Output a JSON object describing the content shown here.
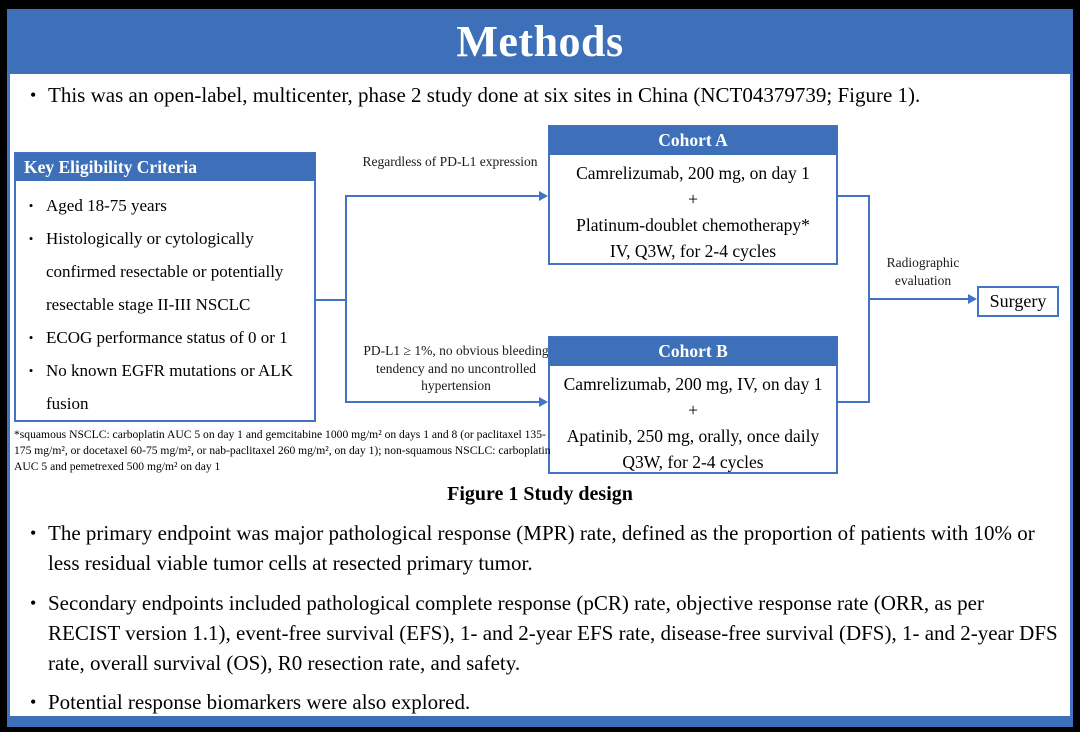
{
  "title": "Methods",
  "intro_bullet": "This was an open-label, multicenter, phase 2 study done at six sites in China (NCT04379739; Figure 1).",
  "figure": {
    "eligibility": {
      "header": "Key Eligibility Criteria",
      "items": [
        "Aged 18-75 years",
        "Histologically or cytologically confirmed resectable or potentially resectable stage II-III NSCLC",
        "ECOG performance status of 0 or 1",
        "No known EGFR mutations or ALK fusion"
      ]
    },
    "branch_top_label": "Regardless of PD-L1 expression",
    "branch_bottom_label": "PD-L1 ≥ 1%, no obvious bleeding tendency and no uncontrolled hypertension",
    "cohort_a": {
      "header": "Cohort A",
      "lines": [
        "Camrelizumab, 200 mg, on day 1",
        "+",
        "Platinum-doublet chemotherapy*",
        "IV, Q3W, for 2-4 cycles"
      ]
    },
    "cohort_b": {
      "header": "Cohort B",
      "lines": [
        "Camrelizumab, 200 mg, IV, on day 1",
        "+",
        "Apatinib, 250 mg, orally, once daily",
        "Q3W, for 2-4 cycles"
      ]
    },
    "radiographic_label": "Radiographic evaluation",
    "surgery_label": "Surgery",
    "footnote": "*squamous NSCLC: carboplatin AUC 5 on day 1 and gemcitabine 1000 mg/m² on days 1 and 8 (or paclitaxel 135-175 mg/m², or docetaxel 60-75 mg/m², or nab-paclitaxel 260 mg/m², on day 1); non-squamous NSCLC: carboplatin AUC 5 and pemetrexed 500 mg/m² on day 1",
    "caption": "Figure 1 Study design"
  },
  "bullets": [
    "The primary endpoint was major pathological response (MPR) rate, defined as the proportion of patients with 10% or less residual viable tumor cells at resected primary tumor.",
    "Secondary endpoints included pathological complete response (pCR) rate, objective response rate (ORR, as per RECIST version 1.1), event-free survival (EFS), 1- and 2-year EFS rate, disease-free survival (DFS), 1- and 2-year DFS rate, overall survival (OS), R0 resection rate, and safety.",
    "Potential response biomarkers were also explored."
  ],
  "marker": "•",
  "colors": {
    "header_blue": "#3d70b8",
    "border_blue": "#4472c4",
    "text": "#000000",
    "background": "#ffffff",
    "frame": "#000000"
  }
}
